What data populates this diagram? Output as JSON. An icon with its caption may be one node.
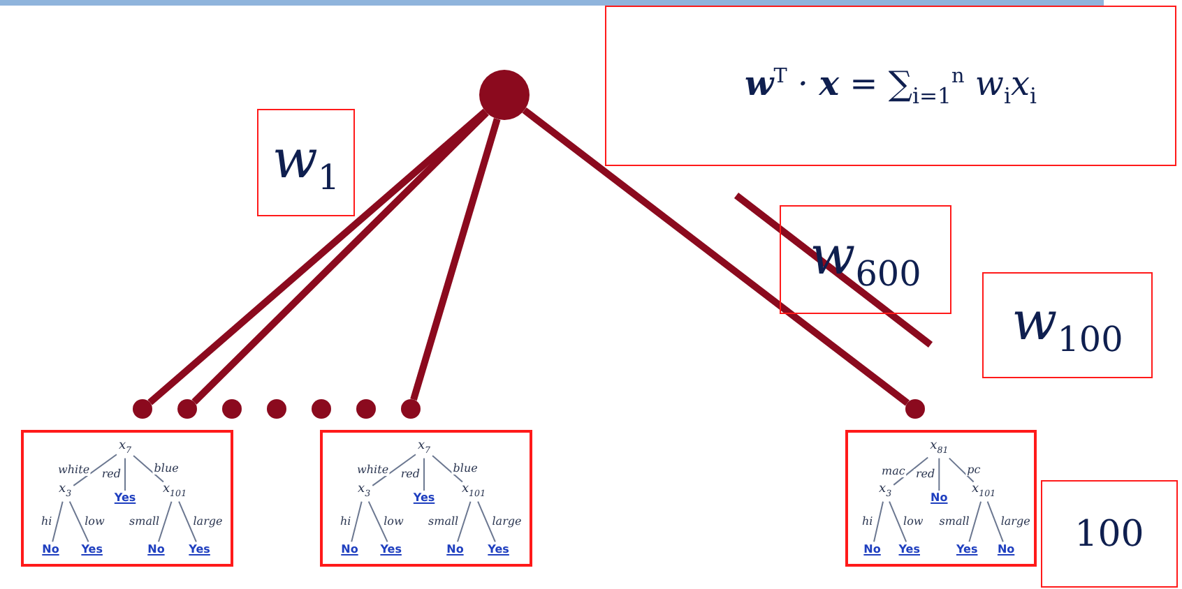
{
  "diagram": {
    "nodes": [
      {
        "text": [],
        "shape": "circle"
      },
      {
        "text": [],
        "shape": "circle"
      },
      {
        "text": [],
        "shape": "circle"
      },
      {
        "text": [],
        "shape": "circle"
      },
      {
        "text": [],
        "shape": "circle"
      },
      {
        "text": [],
        "shape": "circle"
      },
      {
        "text": [],
        "shape": "circle"
      },
      {
        "text": [],
        "shape": "circle"
      },
      {
        "text": [],
        "shape": "circle"
      },
      {
        "text": [],
        "shape": "box"
      },
      {
        "text": [
          "x$_{7}$"
        ],
        "in": 9
      },
      {
        "text": [
          "x$_{3}$"
        ],
        "in": 9
      },
      {
        "text": [
          "Yes"
        ],
        "in": 9
      },
      {
        "text": [
          "x$_{101}$"
        ],
        "in": 9
      },
      {
        "text": [
          "No"
        ],
        "in": 9
      },
      {
        "text": [
          "Yes"
        ],
        "in": 9
      },
      {
        "text": [
          "No"
        ],
        "in": 9
      },
      {
        "text": [
          "Yes"
        ],
        "in": 9
      },
      {
        "text": [],
        "shape": "box"
      },
      {
        "text": [
          "x$_{7}$"
        ],
        "in": 18
      },
      {
        "text": [
          "x$_{3}$"
        ],
        "in": 18
      },
      {
        "text": [
          "Yes"
        ],
        "in": 18
      },
      {
        "text": [
          "x$_{101}$"
        ],
        "in": 18
      },
      {
        "text": [
          "No"
        ],
        "in": 18
      },
      {
        "text": [
          "Yes"
        ],
        "in": 18
      },
      {
        "text": [
          "No"
        ],
        "in": 18
      },
      {
        "text": [
          "Yes"
        ],
        "in": 18
      },
      {
        "text": [],
        "shape": "box"
      },
      {
        "text": [
          "x$_{81}$"
        ],
        "in": 27
      },
      {
        "text": [
          "x$_{3}$"
        ],
        "in": 27
      },
      {
        "text": [
          "No"
        ],
        "in": 27
      },
      {
        "text": [
          "x$_{101}$"
        ],
        "in": 27
      },
      {
        "text": [
          "No"
        ],
        "in": 27
      },
      {
        "text": [
          "Yes"
        ],
        "in": 27
      },
      {
        "text": [
          "Yes"
        ],
        "in": 27
      },
      {
        "text": [
          "No"
        ],
        "in": 27
      }
    ],
    "edges": [
      {
        "from": 0,
        "to": 1,
        "arrow": "none",
        "style": "thick",
        "color": "#8b0a1e"
      },
      {
        "from": 0,
        "to": 2,
        "arrow": "none",
        "style": "thick",
        "color": "#8b0a1e"
      },
      {
        "from": 0,
        "to": 7,
        "arrow": "none",
        "style": "thick",
        "color": "#8b0a1e"
      },
      {
        "from": 0,
        "to": 8,
        "arrow": "none",
        "style": "thick",
        "color": "#8b0a1e"
      },
      {
        "from": 10,
        "to": 11,
        "arrow": "none",
        "label": "white"
      },
      {
        "from": 10,
        "to": 12,
        "arrow": "none",
        "label": "red"
      },
      {
        "from": 10,
        "to": 13,
        "arrow": "none",
        "label": "blue"
      },
      {
        "from": 11,
        "to": 14,
        "arrow": "none",
        "label": "hi"
      },
      {
        "from": 11,
        "to": 15,
        "arrow": "none",
        "label": "low"
      },
      {
        "from": 13,
        "to": 16,
        "arrow": "none",
        "label": "small"
      },
      {
        "from": 13,
        "to": 17,
        "arrow": "none",
        "label": "large"
      },
      {
        "from": 19,
        "to": 20,
        "arrow": "none",
        "label": "white"
      },
      {
        "from": 19,
        "to": 21,
        "arrow": "none",
        "label": "red"
      },
      {
        "from": 19,
        "to": 22,
        "arrow": "none",
        "label": "blue"
      },
      {
        "from": 20,
        "to": 23,
        "arrow": "none",
        "label": "hi"
      },
      {
        "from": 20,
        "to": 24,
        "arrow": "none",
        "label": "low"
      },
      {
        "from": 22,
        "to": 25,
        "arrow": "none",
        "label": "small"
      },
      {
        "from": 22,
        "to": 26,
        "arrow": "none",
        "label": "large"
      },
      {
        "from": 28,
        "to": 29,
        "arrow": "none",
        "label": "mac"
      },
      {
        "from": 28,
        "to": 30,
        "arrow": "none",
        "label": "red"
      },
      {
        "from": 28,
        "to": 31,
        "arrow": "none",
        "label": "pc"
      },
      {
        "from": 29,
        "to": 32,
        "arrow": "none",
        "label": "hi"
      },
      {
        "from": 29,
        "to": 33,
        "arrow": "none",
        "label": "low"
      },
      {
        "from": 31,
        "to": 34,
        "arrow": "none",
        "label": "small"
      },
      {
        "from": 31,
        "to": 35,
        "arrow": "none",
        "label": "large"
      }
    ],
    "labels": [
      "**w**$^{T}$ · **x** = ∑$_{i=1}$$^{n}$ w$_{i}$x$_{i}$",
      "w$_{1}$",
      "w$_{600}$",
      "w$_{100}$",
      "100"
    ]
  }
}
